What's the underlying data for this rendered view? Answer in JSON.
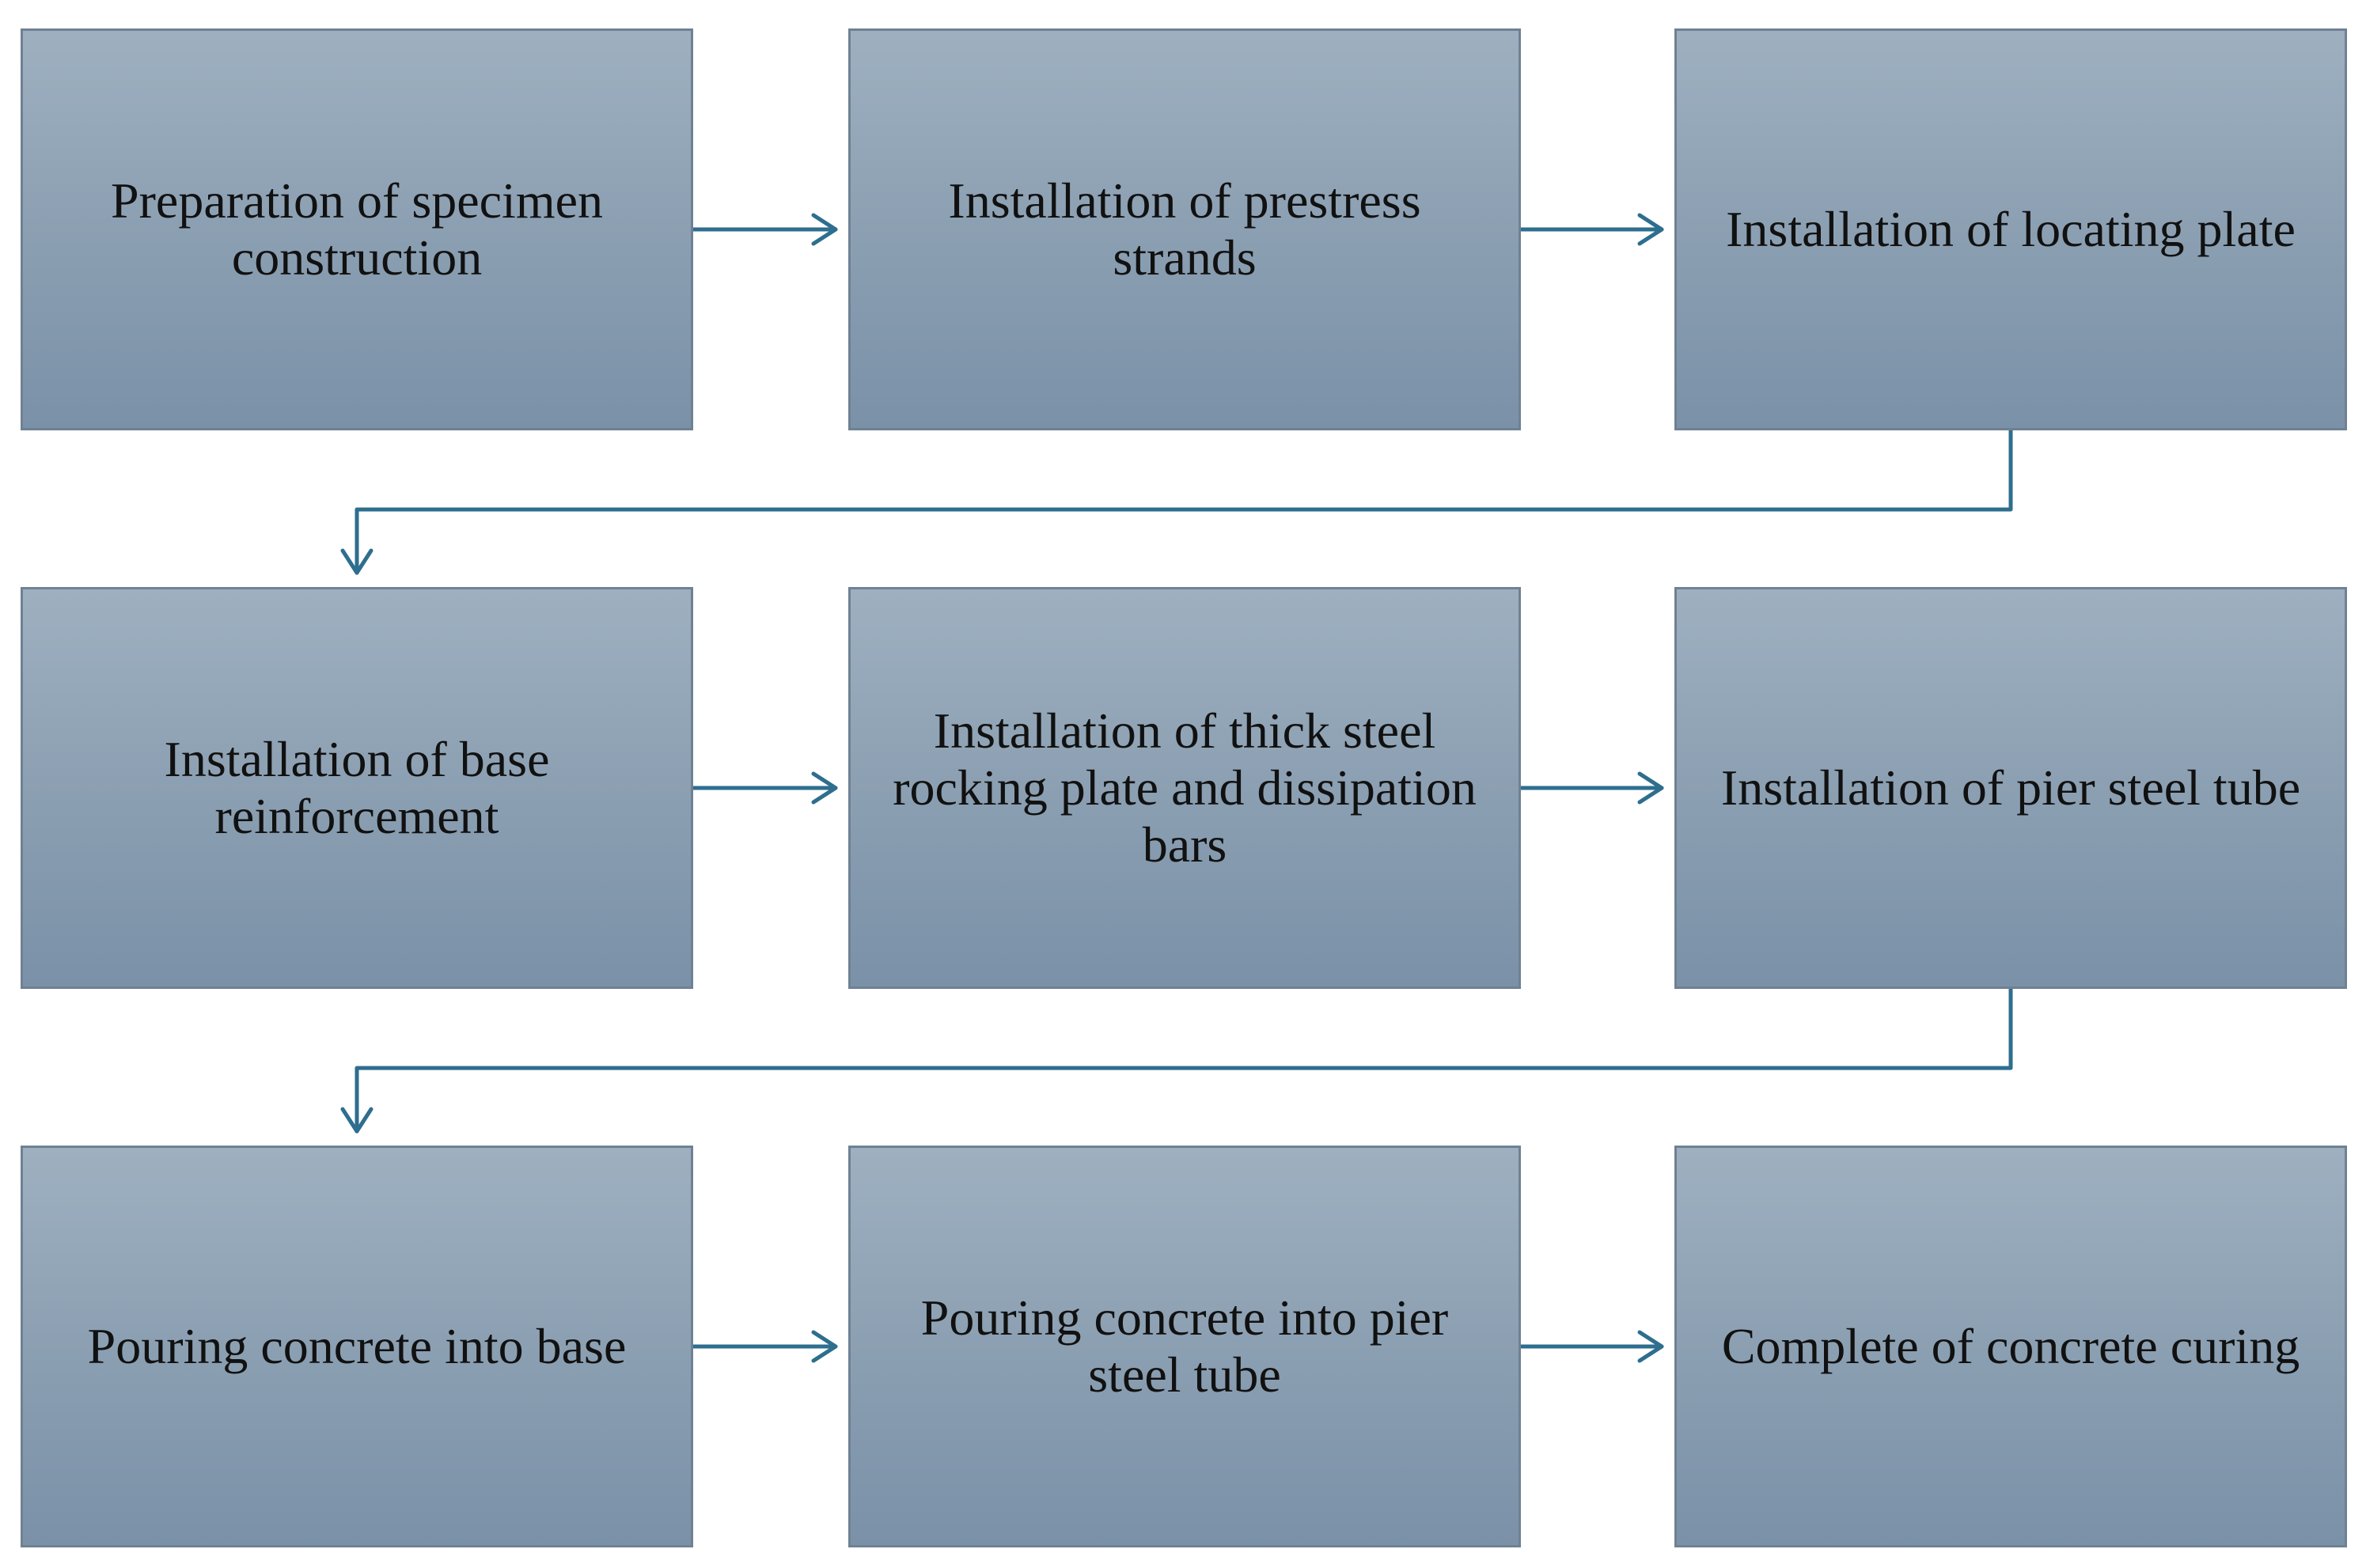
{
  "flowchart": {
    "steps": [
      {
        "label": "Preparation of specimen construction"
      },
      {
        "label": "Installation of prestress strands"
      },
      {
        "label": "Installation of locating plate"
      },
      {
        "label": "Installation of base reinforcement"
      },
      {
        "label": "Installation of thick steel rocking plate and dissipation bars"
      },
      {
        "label": "Installation of pier steel tube"
      },
      {
        "label": "Pouring concrete into base"
      },
      {
        "label": "Pouring concrete into pier steel tube"
      },
      {
        "label": "Complete of concrete curing"
      }
    ]
  },
  "colors": {
    "box_fill_top": "#9eb0c0",
    "box_fill_bottom": "#7a91a8",
    "box_border": "#6f8193",
    "arrow": "#2e6e8e",
    "text": "#111111"
  }
}
